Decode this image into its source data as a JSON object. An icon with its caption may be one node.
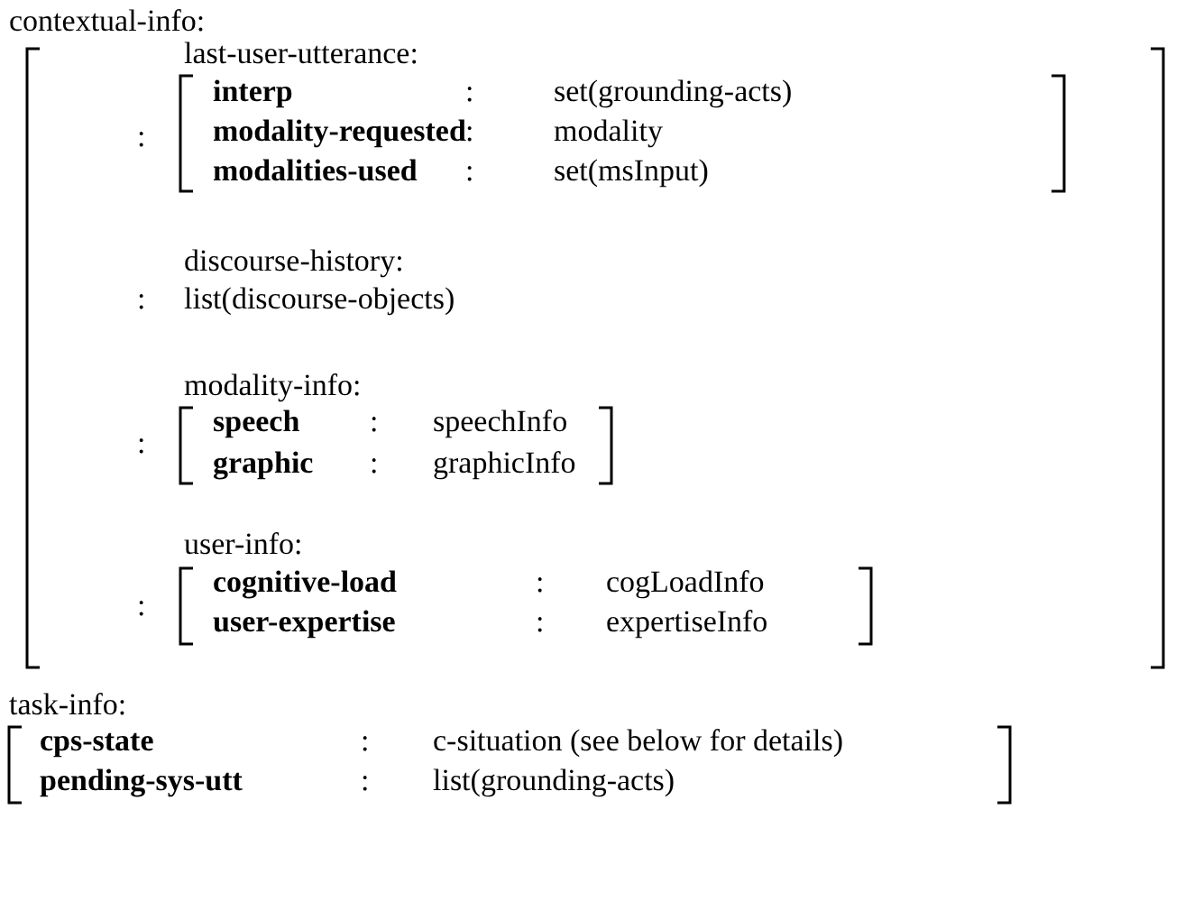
{
  "diagram": {
    "labels": [
      "contextual-info:",
      "last-user-utterance:",
      ":",
      "interp",
      ":",
      "set(grounding-acts)",
      "modality-requested",
      ":",
      "modality",
      "modalities-used",
      ":",
      "set(msInput)",
      "discourse-history:",
      ":",
      "list(discourse-objects)",
      "modality-info:",
      ":",
      "speech",
      ":",
      "speechInfo",
      "graphic",
      ":",
      "graphicInfo",
      "user-info:",
      ":",
      "cognitive-load",
      ":",
      "cogLoadInfo",
      "user-expertise",
      ":",
      "expertiseInfo",
      "task-info:",
      "cps-state",
      ":",
      "c-situation (see below for details)",
      "pending-sys-utt",
      ":",
      "list(grounding-acts)"
    ]
  }
}
